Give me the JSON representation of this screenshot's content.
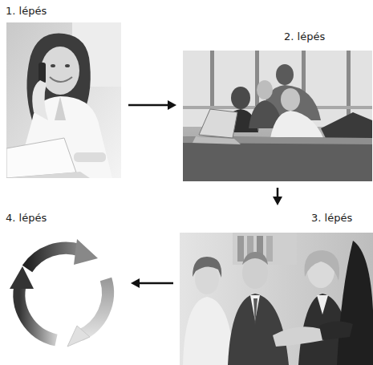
{
  "diagram": {
    "nodes": [
      {
        "text": [
          "1. lépés"
        ]
      },
      {
        "text": [
          "2. lépés"
        ]
      },
      {
        "text": [
          "3. lépés"
        ]
      },
      {
        "text": [
          "4. lépés"
        ]
      }
    ],
    "edges": [
      {
        "from": 0,
        "to": 1,
        "arrow": "to"
      },
      {
        "from": 1,
        "to": 2,
        "arrow": "to"
      },
      {
        "from": 2,
        "to": 3,
        "arrow": "to"
      }
    ]
  }
}
